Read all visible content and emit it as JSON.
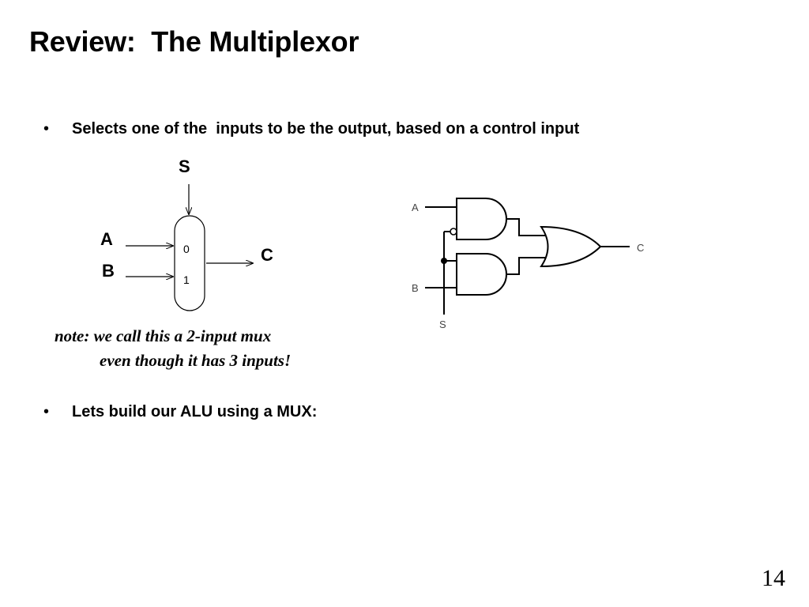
{
  "slide": {
    "title": "Review:  The Multiplexor",
    "bullets": [
      "Selects one of the  inputs to be the output, based on a control input",
      "Lets build our ALU using a MUX:"
    ],
    "bullet_symbol": "•",
    "note_line1": "note: we call this a 2-input mux",
    "note_line2": "even though it has 3 inputs!",
    "page_number": "14"
  },
  "mux_symbol": {
    "select_label": "S",
    "input_a_label": "A",
    "input_b_label": "B",
    "output_label": "C",
    "port0_label": "0",
    "port1_label": "1"
  },
  "gate_circuit": {
    "input_a_label": "A",
    "input_b_label": "B",
    "select_label": "S",
    "output_label": "C"
  }
}
